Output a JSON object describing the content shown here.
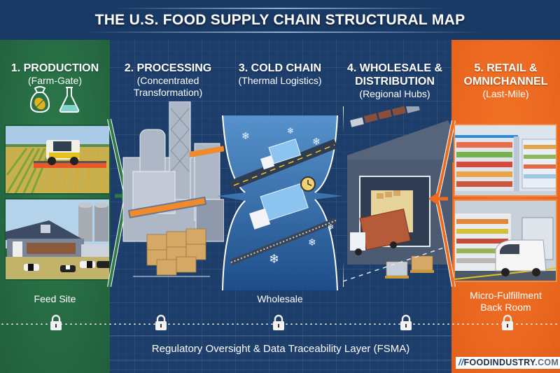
{
  "title": "THE U.S. FOOD SUPPLY CHAIN STRUCTURAL MAP",
  "colors": {
    "production": "#256a43",
    "midstream": "#1d3d6b",
    "retail": "#ee6a1f",
    "conveyor": "#f08a2a",
    "box": "#d6a866"
  },
  "stages": [
    {
      "number": "1.",
      "title": "PRODUCTION",
      "subtitle": "(Farm-Gate)",
      "icons": [
        "grain-sack-icon",
        "lab-flask-icon"
      ],
      "images": [
        "combine-harvester-field",
        "dairy-farm-barn-silos"
      ],
      "caption": "Feed Site"
    },
    {
      "number": "2.",
      "title": "PROCESSING",
      "subtitle": "(Concentrated Transformation)",
      "subtitle_lines": [
        "(Concentrated",
        "Transformation)"
      ],
      "images": [
        "processing-plant-conveyor-boxes"
      ]
    },
    {
      "number": "3.",
      "title": "COLD CHAIN",
      "subtitle": "(Thermal Logistics)",
      "icons": [
        "snowflake-icon",
        "stopwatch-icon"
      ],
      "images": [
        "refrigerated-trucks-rail"
      ],
      "caption": "Wholesale"
    },
    {
      "number": "4.",
      "title": "WHOLESALE & DISTRIBUTION",
      "title_lines": [
        "4. WHOLESALE &",
        "DISTRIBUTION"
      ],
      "subtitle": "(Regional Hubs)",
      "images": [
        "distribution-warehouse-truck-pallets"
      ]
    },
    {
      "number": "5.",
      "title": "RETAIL & OMNICHANNEL",
      "title_lines": [
        "5. RETAIL &",
        "OMNICHANNEL"
      ],
      "subtitle": "(Last-Mile)",
      "images": [
        "supermarket-aisle",
        "micro-fulfillment-van"
      ],
      "caption": "Micro-Fulfillment Back Room",
      "caption_lines": [
        "Micro-Fulfillment",
        "Back Room"
      ]
    }
  ],
  "traceability": {
    "label": "Regulatory Oversight & Data Traceability Layer (FSMA)",
    "lock_count": 5,
    "icon": "padlock-icon"
  },
  "brand": {
    "mark": "//",
    "name": "FOODINDUSTRY",
    "tld": ".COM"
  }
}
